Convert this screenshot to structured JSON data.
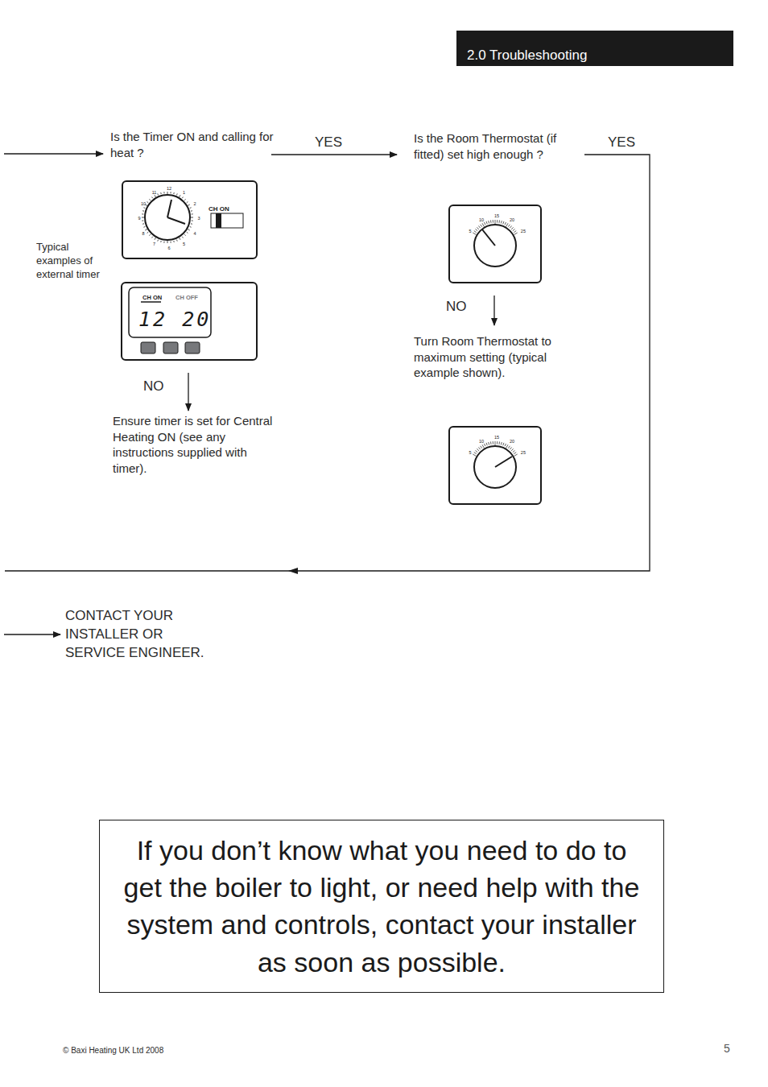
{
  "diagram": {
    "title": "2.0 Troubleshooting",
    "nodes": [
      {
        "text": [
          "CH ON",
          "12",
          "1",
          "2",
          "3",
          "4",
          "5",
          "6",
          "7",
          "8",
          "9",
          "10",
          "11"
        ]
      },
      {
        "text": [
          "CH ON",
          "CH OFF",
          "12 20"
        ]
      },
      {
        "text": [
          "5",
          "10",
          "15",
          "20",
          "25"
        ]
      },
      {
        "text": [
          "5",
          "10",
          "15",
          "20",
          "25"
        ]
      },
      {
        "text": [
          "If you don’t know what you need to do to get the boiler to light, or need help with the system and controls, contact your installer as soon as possible."
        ]
      }
    ],
    "labels": [
      "Is the Timer ON and calling for heat ?",
      "YES",
      "Is the Room Thermostat (if fitted) set high enough ?",
      "YES",
      "Typical examples of external timer",
      "NO",
      "Ensure timer is set for Central Heating ON (see any instructions supplied with timer).",
      "NO",
      "Turn Room Thermostat to maximum setting (typical example shown).",
      "CONTACT YOUR INSTALLER OR SERVICE ENGINEER.",
      "© Baxi Heating UK Ltd 2008",
      "5"
    ]
  }
}
